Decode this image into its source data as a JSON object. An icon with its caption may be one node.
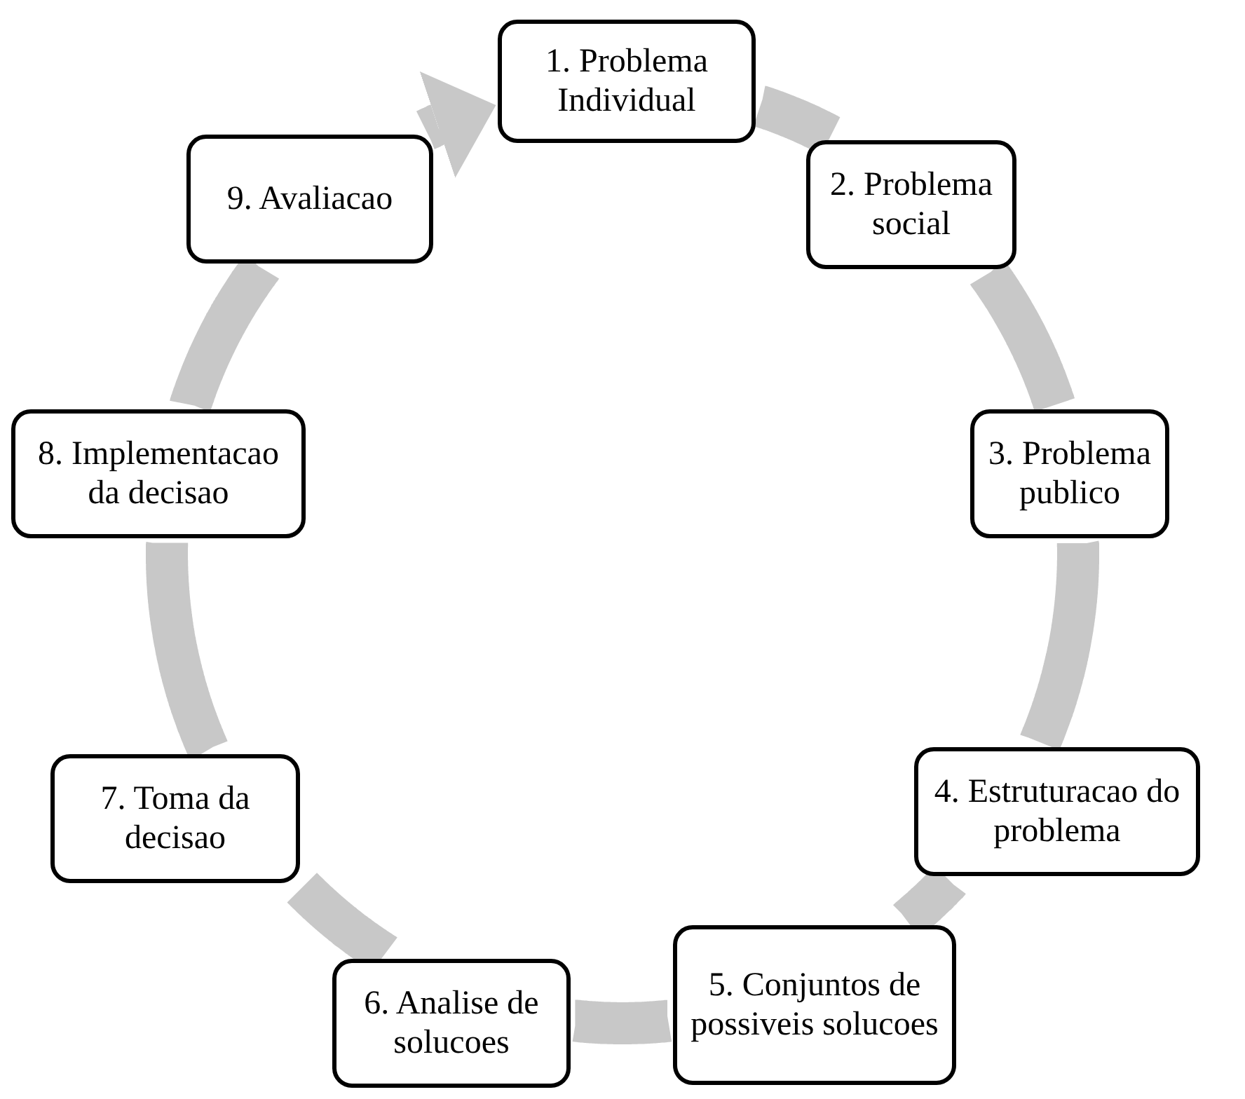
{
  "diagram": {
    "nodes": [
      {
        "text": [
          "1. Problema Individual"
        ]
      },
      {
        "text": [
          "2. Problema social"
        ]
      },
      {
        "text": [
          "3. Problema publico"
        ]
      },
      {
        "text": [
          "4. Estruturacao do problema"
        ]
      },
      {
        "text": [
          "5. Conjuntos de possiveis solucoes"
        ]
      },
      {
        "text": [
          "6. Analise de solucoes"
        ]
      },
      {
        "text": [
          "7. Toma da decisao"
        ]
      },
      {
        "text": [
          "8. Implementacao da decisao"
        ]
      },
      {
        "text": [
          "9. Avaliacao"
        ]
      }
    ],
    "edges": [
      {
        "from": 0,
        "to": 1,
        "arrow": "none"
      },
      {
        "from": 1,
        "to": 2,
        "arrow": "none"
      },
      {
        "from": 2,
        "to": 3,
        "arrow": "none"
      },
      {
        "from": 3,
        "to": 4,
        "arrow": "none"
      },
      {
        "from": 4,
        "to": 5,
        "arrow": "none"
      },
      {
        "from": 5,
        "to": 6,
        "arrow": "none"
      },
      {
        "from": 6,
        "to": 7,
        "arrow": "none"
      },
      {
        "from": 7,
        "to": 8,
        "arrow": "none"
      },
      {
        "from": 8,
        "to": 0,
        "arrow": "to"
      }
    ]
  }
}
